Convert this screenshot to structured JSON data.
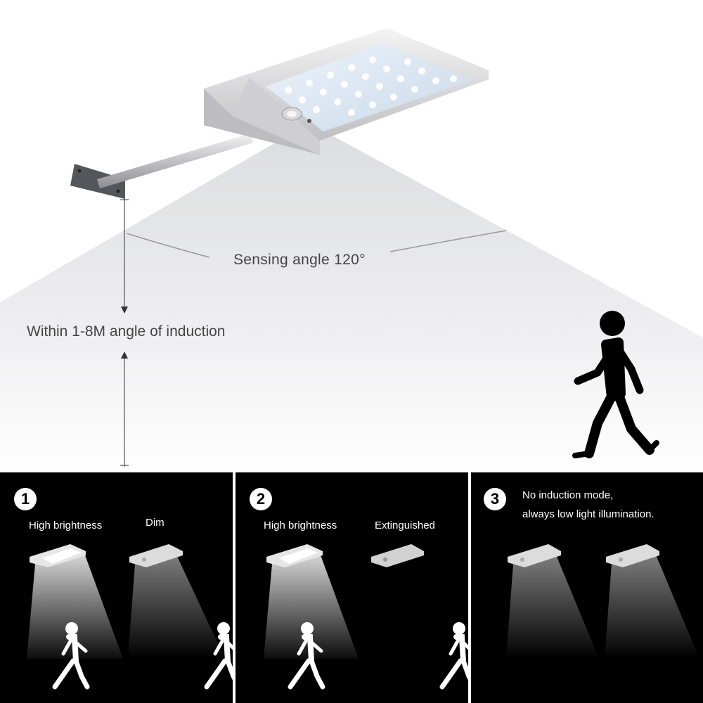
{
  "diagram": {
    "sensing_label": "Sensing angle 120°",
    "range_label": "Within 1-8M angle of induction"
  },
  "panels": [
    {
      "number": "1",
      "label_left": "High brightness",
      "label_right": "Dim",
      "right_beam": "dim"
    },
    {
      "number": "2",
      "label_left": "High brightness",
      "label_right": "Extinguished",
      "right_beam": "off"
    },
    {
      "number": "3",
      "mode_line1": "No induction mode,",
      "mode_line2": "always low light illumination.",
      "right_beam": "low"
    }
  ],
  "icons": [
    "solar-street-light-icon",
    "motion-sensor-icon",
    "walking-person-icon",
    "arrow-up-icon",
    "arrow-down-icon"
  ],
  "colors": {
    "panel_bg": "#000000",
    "text_dark": "#444444",
    "person": "#000000"
  }
}
